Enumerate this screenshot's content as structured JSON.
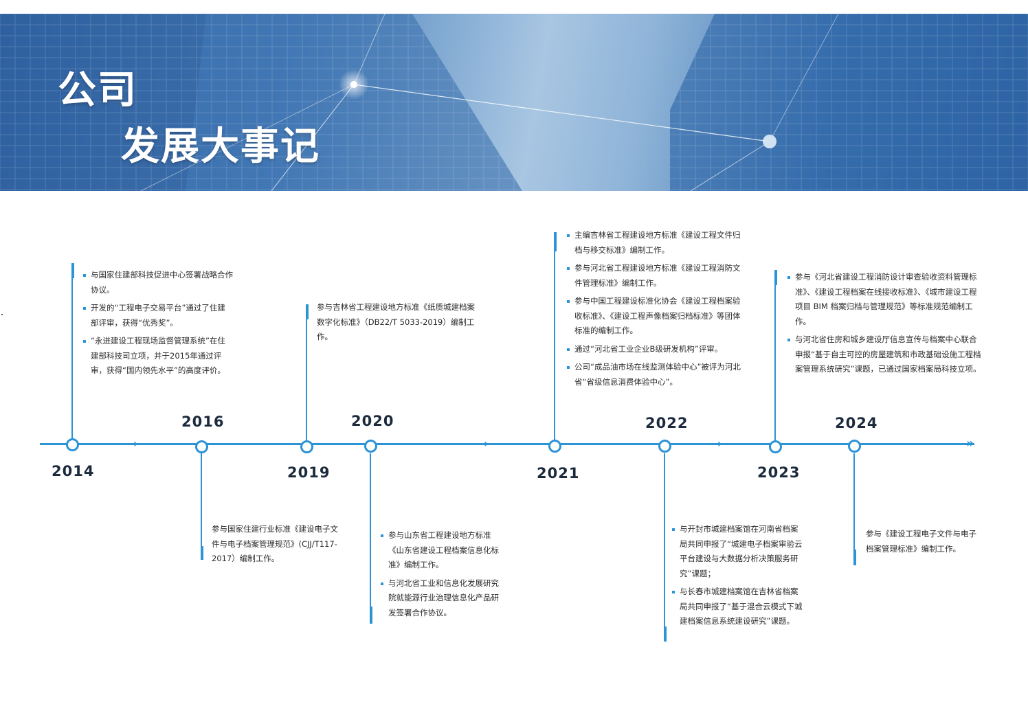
{
  "header": {
    "title_line1": "公司",
    "title_line2": "发展大事记"
  },
  "timeline": {
    "years": {
      "y2014": "2014",
      "y2016": "2016",
      "y2019": "2019",
      "y2020": "2020",
      "y2021": "2021",
      "y2022": "2022",
      "y2023": "2023",
      "y2024": "2024"
    },
    "events": {
      "y2014": [
        "与国家住建部科技促进中心签署战略合作协议。",
        "开发的“工程电子交易平台”通过了住建部评审，获得“优秀奖”。",
        "“永进建设工程现场监督管理系统”在住建部科技司立项，并于2015年通过评审，获得“国内领先水平”的高度评价。"
      ],
      "y2016": [
        "参与国家住建行业标准《建设电子文件与电子档案管理规范》(CJJ/T117-2017）编制工作。"
      ],
      "y2019": [
        "参与吉林省工程建设地方标准《纸质城建档案数字化标准》（DB22/T 5033-2019）编制工作。"
      ],
      "y2020": [
        "参与山东省工程建设地方标准《山东省建设工程档案信息化标准》编制工作。",
        "与河北省工业和信息化发展研究院就能源行业治理信息化产品研发签署合作协议。"
      ],
      "y2021": [
        "主编吉林省工程建设地方标准《建设工程文件归档与移交标准》编制工作。",
        "参与河北省工程建设地方标准《建设工程消防文件管理标准》编制工作。",
        "参与中国工程建设标准化协会《建设工程档案验收标准》、《建设工程声像档案归档标准》等团体标准的编制工作。",
        "通过“河北省工业企业B级研发机构”评审。",
        "公司“成品油市场在线监测体验中心”被评为河北省“省级信息消费体验中心”。"
      ],
      "y2022": [
        "与开封市城建档案馆在河南省档案局共同申报了“城建电子档案审验云平台建设与大数据分析决策服务研究”课题；",
        "与长春市城建档案馆在吉林省档案局共同申报了“基于混合云模式下城建档案信息系统建设研究”课题。"
      ],
      "y2023": [
        "参与《河北省建设工程消防设计审查验收资料管理标准》、《建设工程档案在线接收标准》、《城市建设工程项目 BIM 档案归档与管理规范》等标准规范编制工作。",
        "与河北省住房和城乡建设厅信息宣传与档案中心联合申报“基于自主可控的房屋建筑和市政基础设施工程档案管理系统研究”课题，已通过国家档案局科技立项。"
      ],
      "y2024": [
        "参与《建设工程电子文件与电子档案管理标准》编制工作。"
      ]
    }
  },
  "colors": {
    "accent": "#2b93d6",
    "year_text": "#1b2a3c",
    "banner_blue": "#3f76b4"
  }
}
